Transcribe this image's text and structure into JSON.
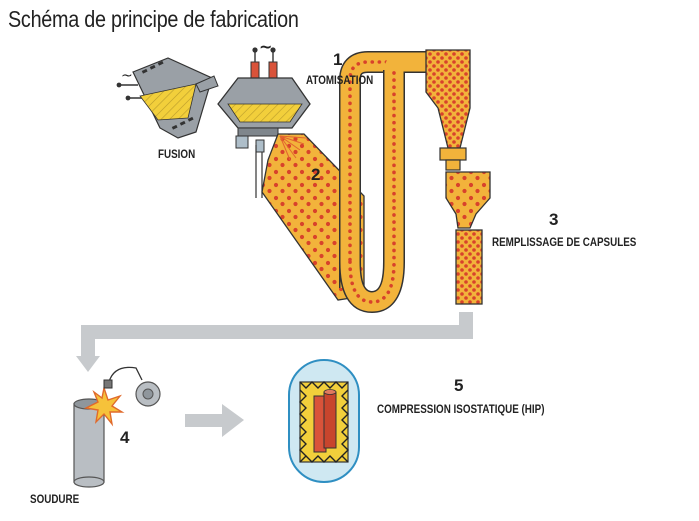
{
  "title": "Schéma de principe de fabrication",
  "steps": {
    "fusion": {
      "label": "FUSION"
    },
    "atomisation": {
      "number": "1",
      "label": "ATOMISATION"
    },
    "chamber": {
      "number": "2"
    },
    "remplissage": {
      "number": "3",
      "label": "REMPLISSAGE DE CAPSULES"
    },
    "soudure": {
      "number": "4",
      "label": "SOUDURE"
    },
    "compression": {
      "number": "5",
      "label": "COMPRESSION ISOSTATIQUE (HIP)"
    }
  },
  "symbols": {
    "ac_small": "~",
    "ac_large": "~"
  },
  "colors": {
    "powder": "#f2b33b",
    "dots": "#d8422b",
    "arrow": "#c7cacd",
    "vessel": "#cfe8f2",
    "vessel_border": "#2f8fc2",
    "metal": "#9aa0a6",
    "melt": "#f0d35a"
  }
}
